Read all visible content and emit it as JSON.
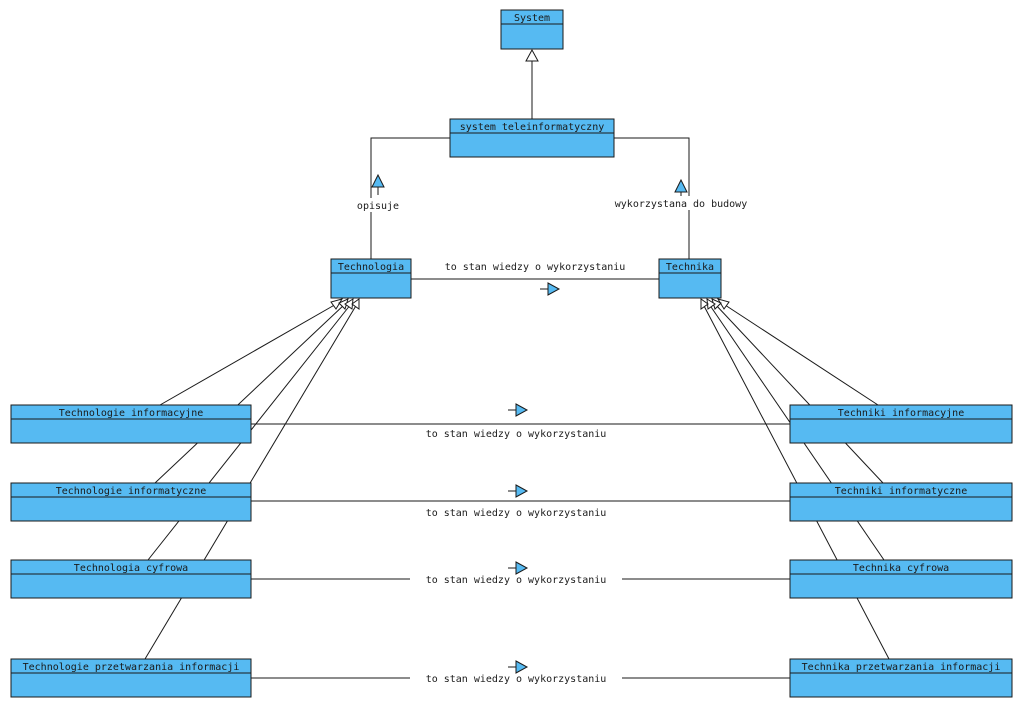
{
  "diagram": {
    "classes": {
      "system": "System",
      "tele": "system teleinformatyczny",
      "technologia": "Technologia",
      "technika": "Technika",
      "tech_inf": "Technologie informacyjne",
      "tech_infm": "Technologie informatyczne",
      "tech_cyf": "Technologia cyfrowa",
      "tech_prz": "Technologie przetwarzania informacji",
      "tk_inf": "Techniki informacyjne",
      "tk_infm": "Techniki informatyczne",
      "tk_cyf": "Technika cyfrowa",
      "tk_prz": "Technika przetwarzania informacji"
    },
    "relations": {
      "opisuje": "opisuje",
      "budowy": "wykorzystana do budowy",
      "main": "to stan wiedzy o wykorzystaniu",
      "row1": "to stan wiedzy o wykorzystaniu",
      "row2": "to stan wiedzy o wykorzystaniu",
      "row3": "to stan wiedzy o wykorzystaniu",
      "row4": "to stan wiedzy o wykorzystaniu"
    }
  }
}
